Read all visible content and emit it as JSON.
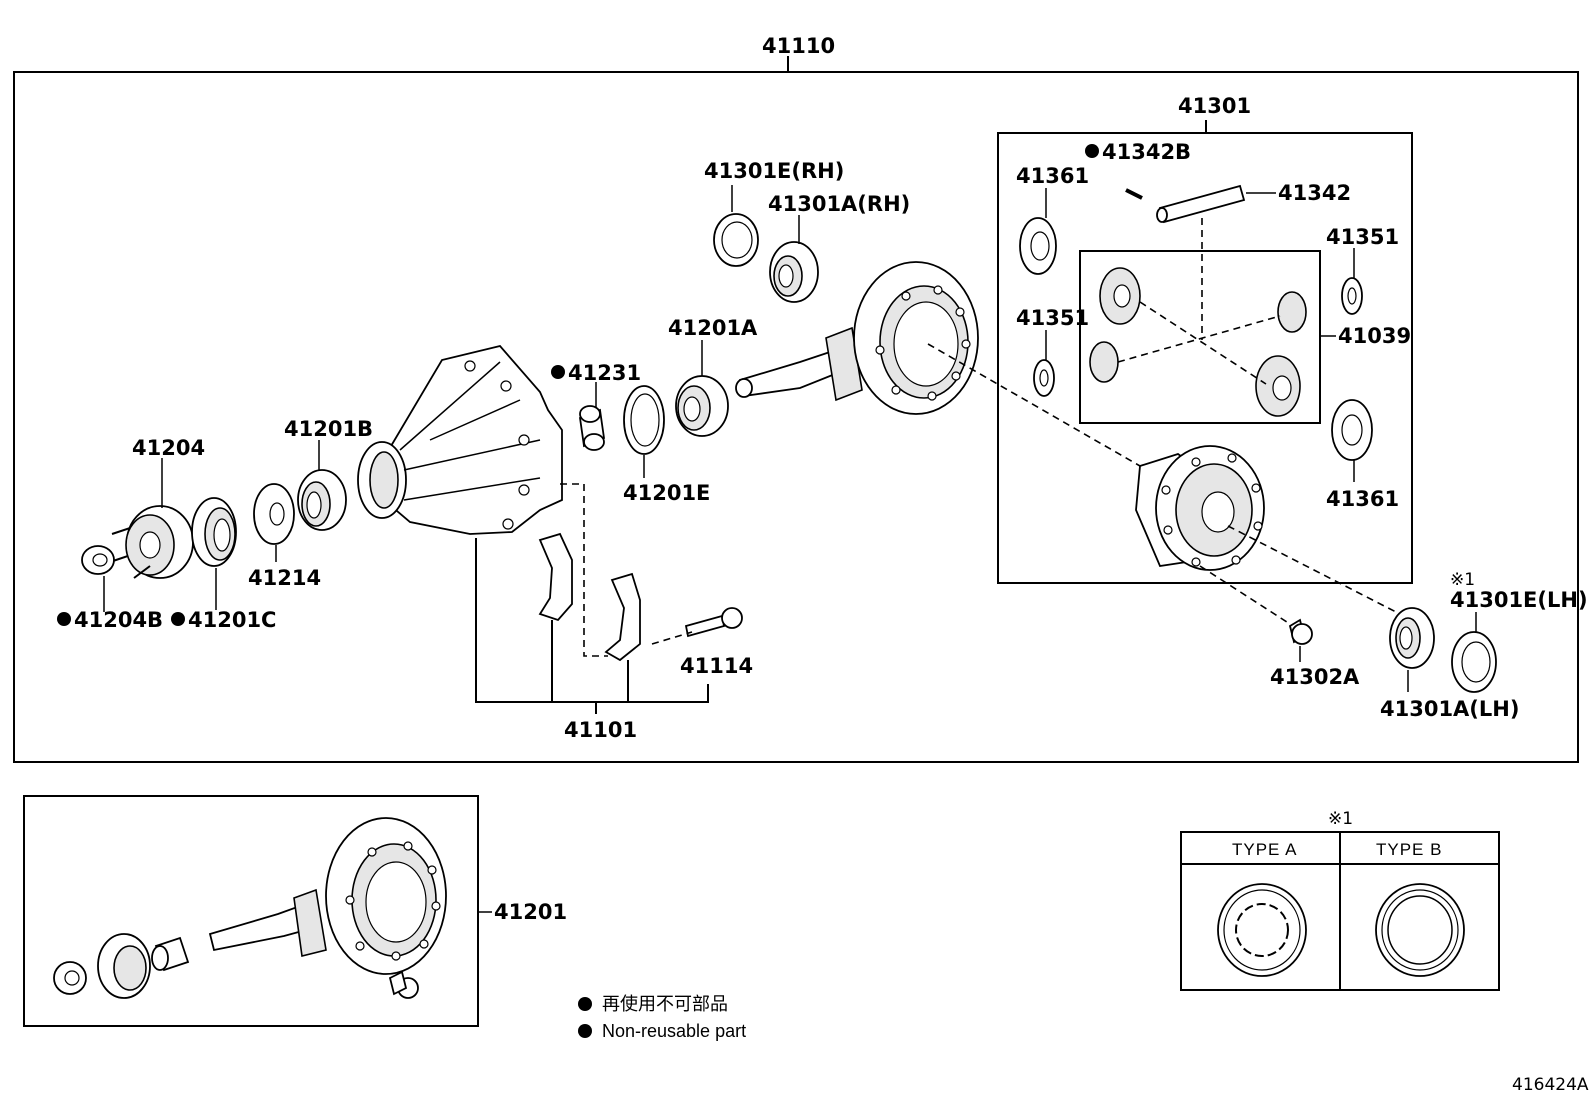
{
  "diagram_id": "416424A",
  "assembly": "41110",
  "legend": {
    "japanese": "再使用不可部品",
    "english": "Non-reusable part"
  },
  "type_table": {
    "note_mark": "※1",
    "col_a": "TYPE  A",
    "col_b": "TYPE  B"
  },
  "labels": {
    "p41301": "41301",
    "p41342B": "41342B",
    "p41361_top": "41361",
    "p41342": "41342",
    "p41351_right": "41351",
    "p41351_left": "41351",
    "p41039": "41039",
    "p41361_bottom": "41361",
    "p41301E_RH": "41301E(RH)",
    "p41301A_RH": "41301A(RH)",
    "p41201A": "41201A",
    "p41231": "41231",
    "p41201E": "41201E",
    "p41204": "41204",
    "p41201B": "41201B",
    "p41214": "41214",
    "p41204B": "41204B",
    "p41201C": "41201C",
    "p41114": "41114",
    "p41101": "41101",
    "p41302A": "41302A",
    "p41301E_LH_mark": "※1",
    "p41301E_LH": "41301E(LH)",
    "p41301A_LH": "41301A(LH)",
    "p41201": "41201"
  }
}
